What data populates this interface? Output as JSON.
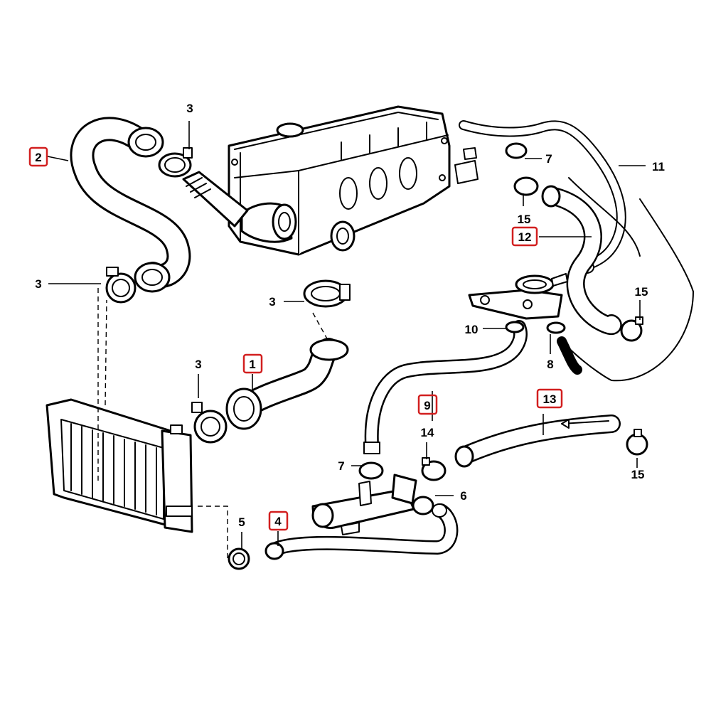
{
  "callouts": {
    "c1": "1",
    "c2": "2",
    "c3a": "3",
    "c3b": "3",
    "c3c": "3",
    "c3d": "3",
    "c4": "4",
    "c5": "5",
    "c6": "6",
    "c7a": "7",
    "c7b": "7",
    "c8": "8",
    "c9": "9",
    "c10": "10",
    "c11": "11",
    "c12": "12",
    "c13": "13",
    "c14": "14",
    "c15a": "15",
    "c15b": "15",
    "c15c": "15"
  },
  "highlighted_callouts": [
    "1",
    "2",
    "4",
    "9",
    "12",
    "13"
  ],
  "colors": {
    "line_art": "#000000",
    "highlight_box": "#d21f1f",
    "background": "#ffffff"
  }
}
